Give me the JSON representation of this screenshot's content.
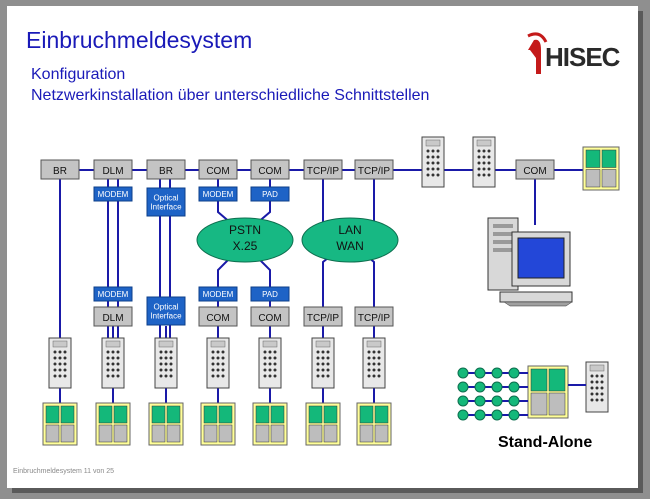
{
  "header": {
    "title": "Einbruchmeldesystem",
    "subtitle_1": "Konfiguration",
    "subtitle_2": "Netzwerkinstallation über unterschiedliche Schnittstellen"
  },
  "logo": {
    "text": "HISEC"
  },
  "footer": {
    "text": "Einbruchmeldesystem 11 von 25"
  },
  "diagram": {
    "top_row": [
      "BR",
      "DLM",
      "BR",
      "COM",
      "COM",
      "TCP/IP",
      "TCP/IP",
      "COM"
    ],
    "top_adapters": [
      "MODEM",
      "Optical\nInterface",
      "MODEM",
      "PAD"
    ],
    "clouds": [
      {
        "line1": "PSTN",
        "line2": "X.25"
      },
      {
        "line1": "LAN",
        "line2": "WAN"
      }
    ],
    "bottom_adapters": [
      "MODEM",
      "Optical\nInterface",
      "MODEM",
      "PAD"
    ],
    "bottom_row": [
      "DLM",
      "COM",
      "COM",
      "TCP/IP",
      "TCP/IP"
    ],
    "standalone_label": "Stand-Alone",
    "colors": {
      "line": "#1a1aa8",
      "adapter": "#1e63c6",
      "cloud": "#17b883",
      "panel": "#ffff99",
      "tile": "#14b87a"
    }
  }
}
